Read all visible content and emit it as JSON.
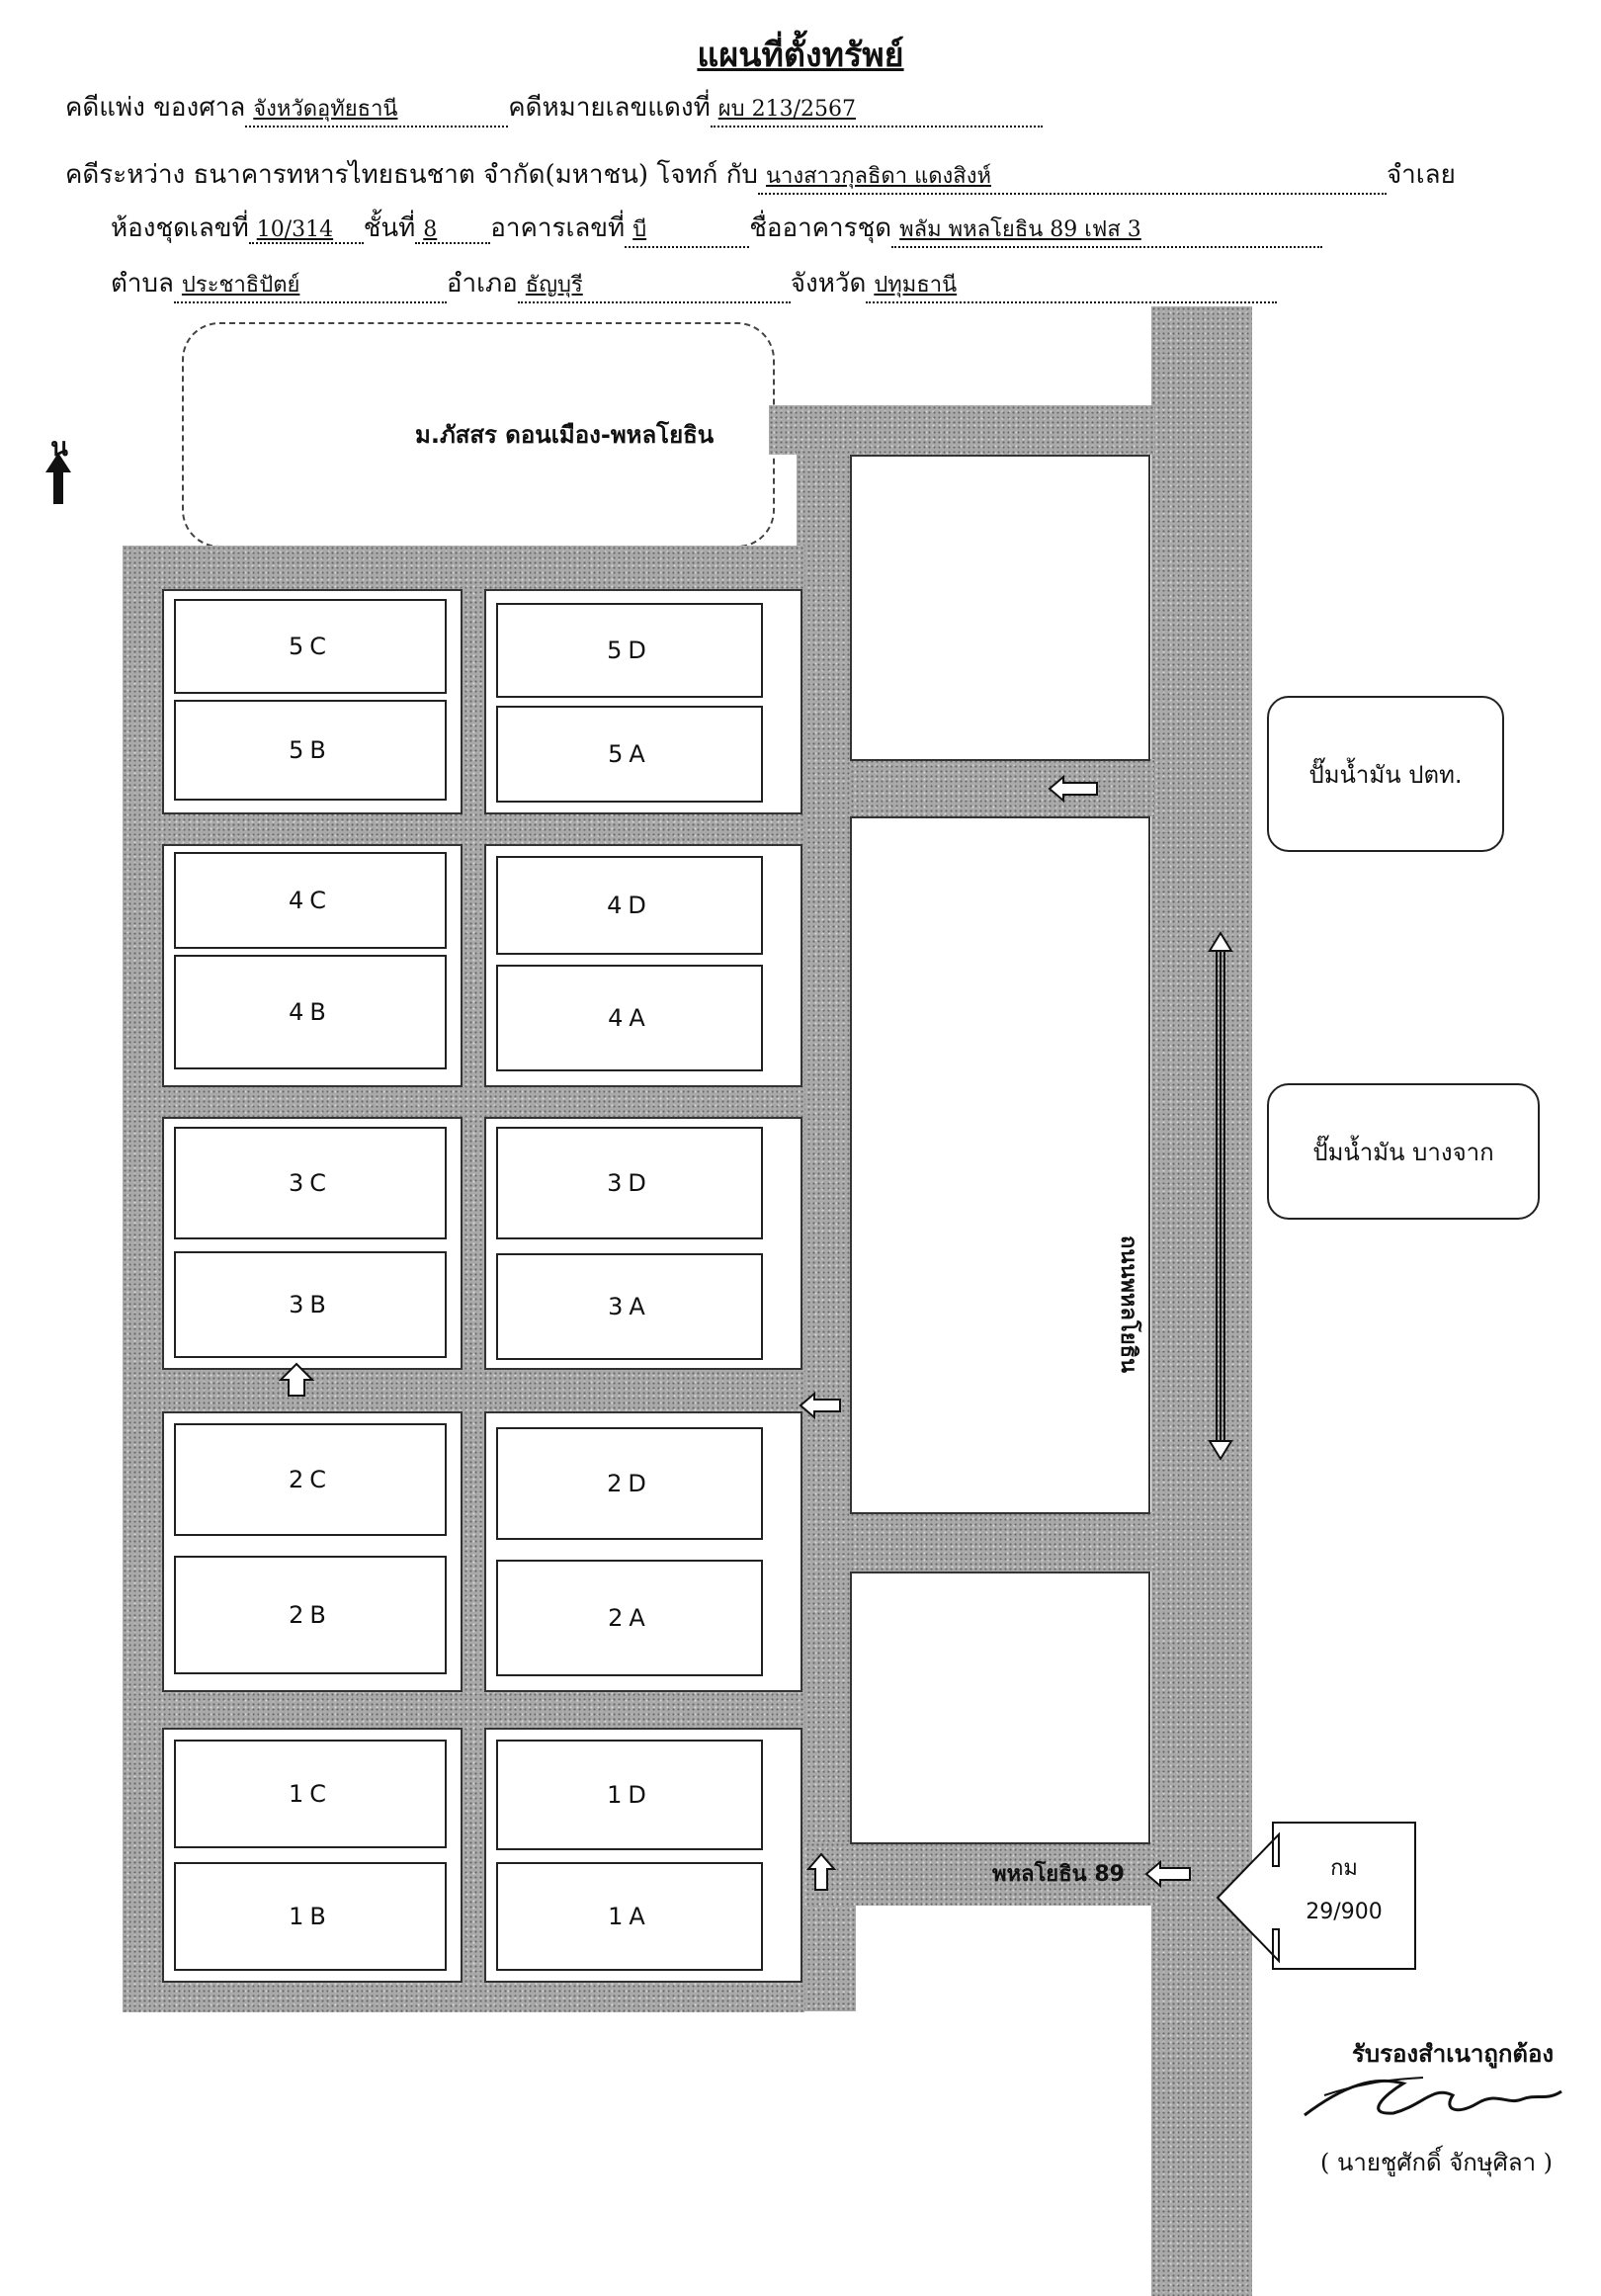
{
  "header": {
    "title": "แผนที่ตั้งทรัพย์",
    "row1": {
      "label_case": "คดีแพ่ง ของศาล",
      "court": "จังหวัดอุทัยธานี",
      "label_red": "คดีหมายเลขแดงที่",
      "red_no": "ผบ 213/2567"
    },
    "row2": {
      "label_between": "คดีระหว่าง ธนาคารทหารไทยธนชาต จำกัด(มหาชน) โจทก์ กับ",
      "defendant": "นางสาวกุลธิดา แดงสิงห์",
      "label_defendant": "จำเลย"
    },
    "row3": {
      "label_room": "ห้องชุดเลขที่",
      "room_no": "10/314",
      "label_floor": "ชั้นที่",
      "floor": "8",
      "label_building": "อาคารเลขที่",
      "building": "บี",
      "label_project": "ชื่ออาคารชุด",
      "project": "พลัม พหลโยธิน 89 เฟส 3"
    },
    "row4": {
      "label_subdistrict": "ตำบล",
      "subdistrict": "ประชาธิปัตย์",
      "label_district": "อำเภอ",
      "district": "ธัญบุรี",
      "label_province": "จังหวัด",
      "province": "ปทุมธานี"
    }
  },
  "map": {
    "north_label": "น",
    "village_label": "ม.ภัสสร ดอนเมือง-พหลโยธิน",
    "units": {
      "5C": "5C",
      "5D": "5D",
      "5B": "5B",
      "5A": "5A",
      "4C": "4C",
      "4D": "4D",
      "4B": "4B",
      "4A": "4A",
      "3C": "3C",
      "3D": "3D",
      "3B": "3B",
      "3A": "3A",
      "2C": "2C",
      "2D": "2D",
      "2B": "2B",
      "2A": "2A",
      "1C": "1C",
      "1D": "1D",
      "1B": "1B",
      "1A": "1A"
    },
    "gas_station_ptt": "ปั๊มน้ำมัน ปตท.",
    "gas_station_bangchak": "ปั๊มน้ำมัน บางจาก",
    "main_road": "ถนนพหลโยธิน",
    "soi_label": "พหลโยธิน 89",
    "start_marker": {
      "line1": "กม",
      "line2": "29/900"
    }
  },
  "certification": {
    "label": "รับรองสำเนาถูกต้อง",
    "name": "( นายชูศักดิ์ จักษุศิลา )"
  }
}
